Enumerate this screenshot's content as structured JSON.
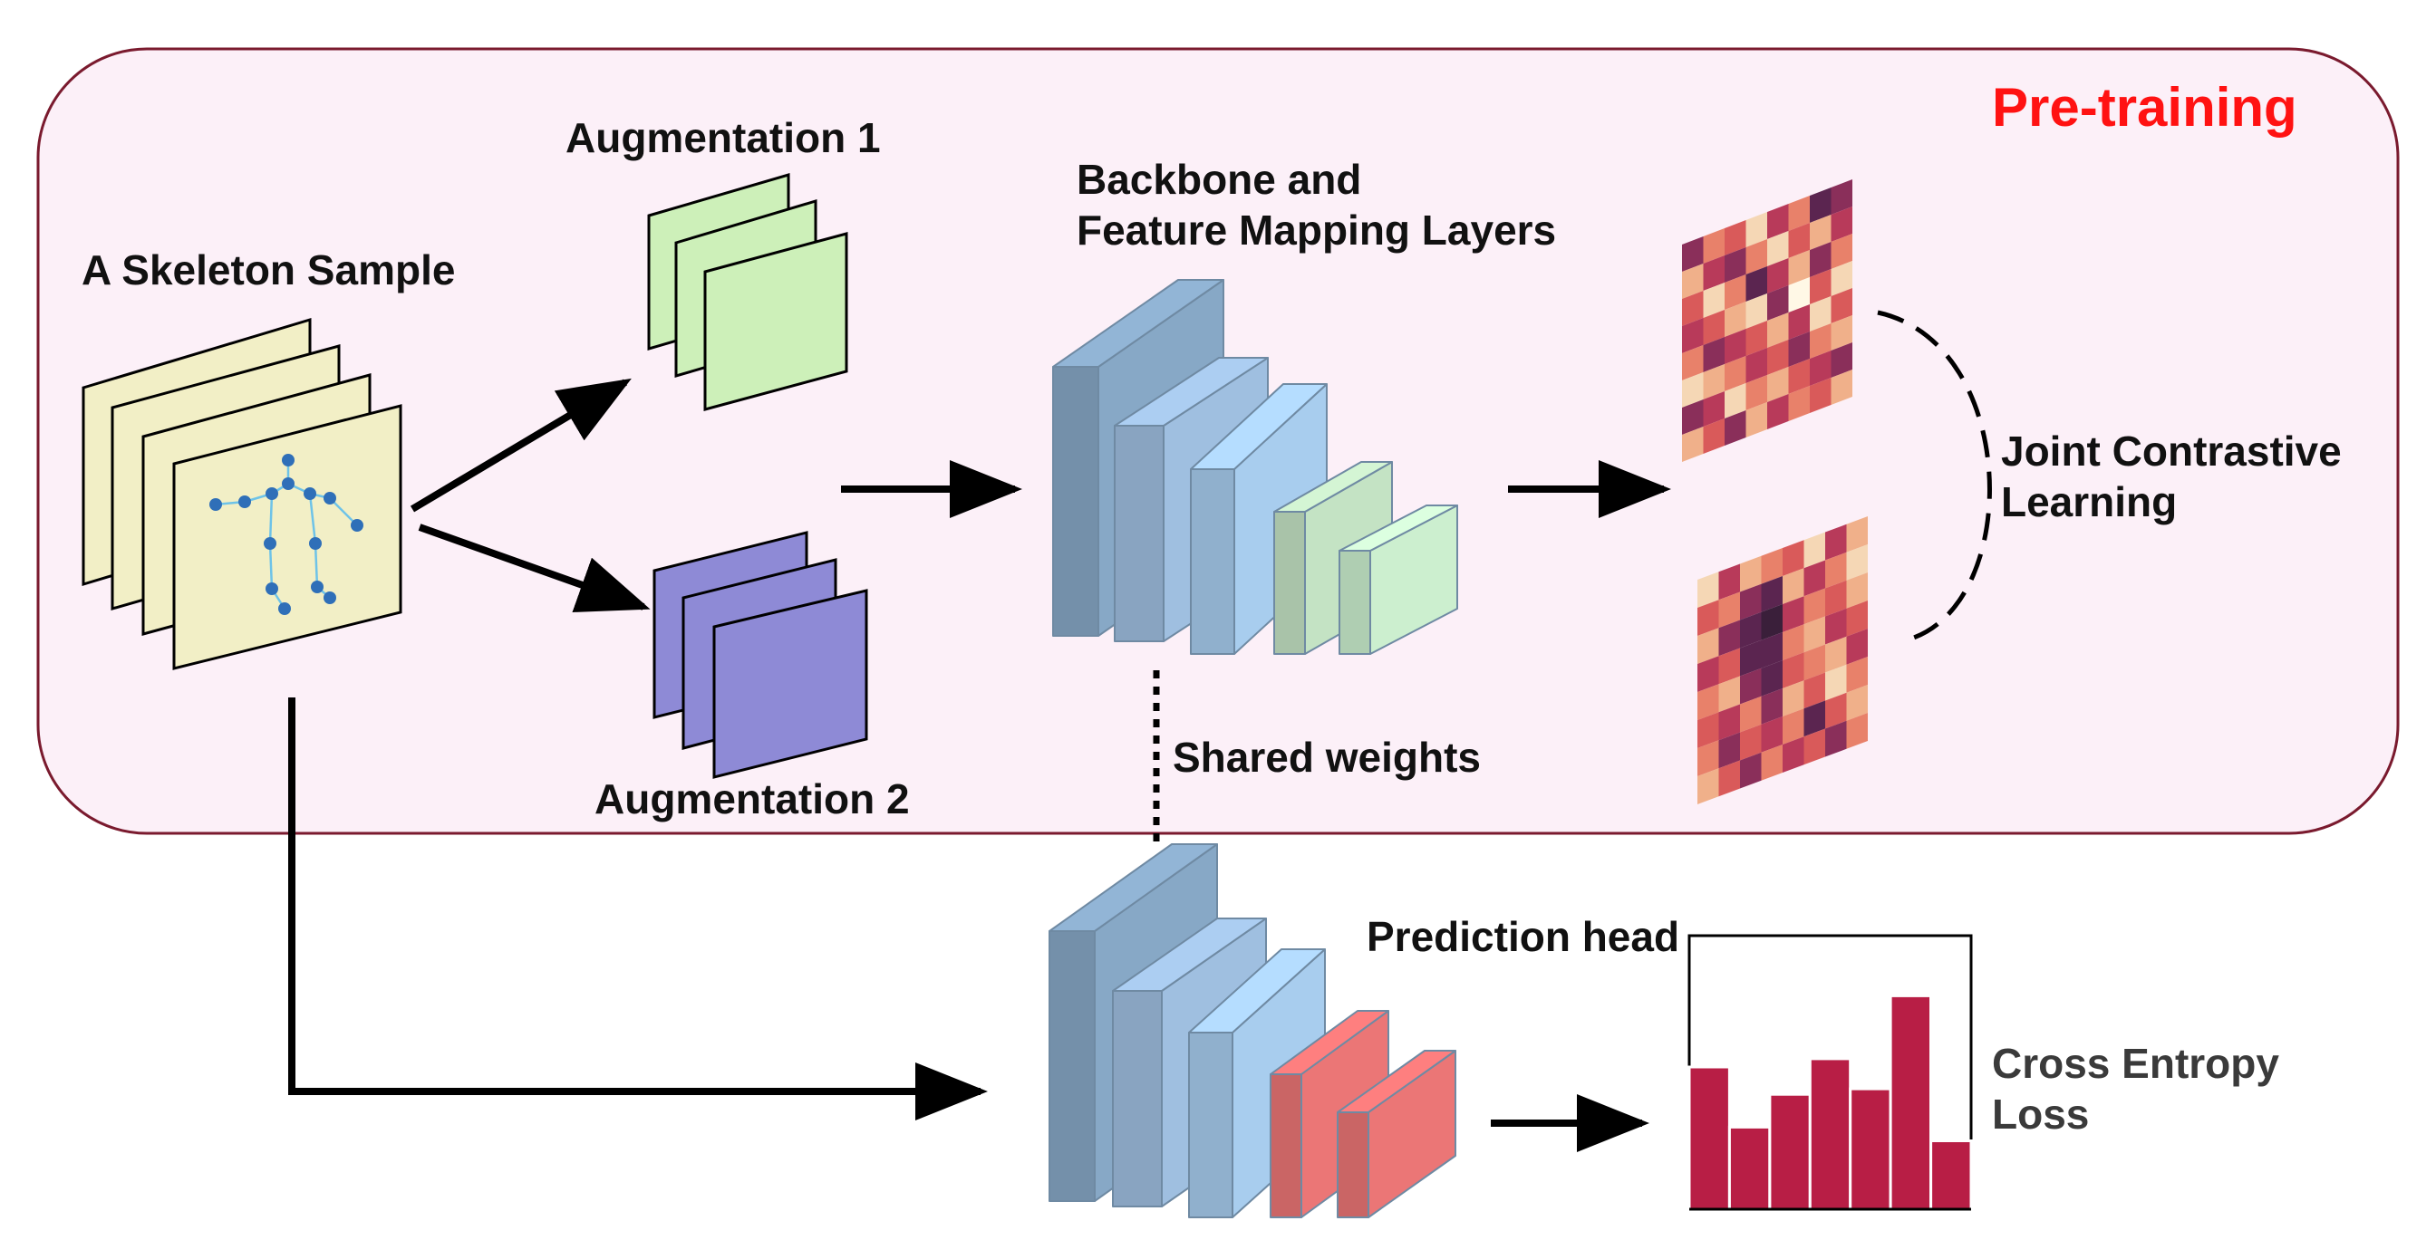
{
  "labels": {
    "region_title": "Pre-training",
    "skeleton_sample": "A Skeleton Sample",
    "augmentation_1": "Augmentation 1",
    "augmentation_2": "Augmentation 2",
    "backbone_line1": "Backbone and",
    "backbone_line2": "Feature Mapping Layers",
    "joint_line1": "Joint Contrastive",
    "joint_line2": "Learning",
    "shared_weights": "Shared weights",
    "prediction_head": "Prediction head",
    "cross_entropy_line1": "Cross Entropy",
    "cross_entropy_line2": "Loss"
  },
  "colors": {
    "region_border": "#7a1a2e",
    "region_fill": "#fcf0f8",
    "region_title": "#ff1212",
    "frame_yellow": "#f2efc6",
    "frame_green": "#cdf0b9",
    "frame_purple": "#8e8ad6",
    "joint": "#2f6fb8",
    "bone": "#6ec3e8",
    "block_blue_dark": "#87a8c6",
    "block_blue_mid": "#9fbfe0",
    "block_blue_light": "#a8cdee",
    "block_green": "#c4e3c4",
    "block_green_light": "#ccefcf",
    "block_red": "#eb7676",
    "bar": "#b81e45"
  },
  "heatmap_palette": [
    "#3a1f3a",
    "#5b2550",
    "#8a2f5a",
    "#b83a5a",
    "#d95a5a",
    "#e8816a",
    "#f0b08a",
    "#f5d7b5",
    "#fff8e6"
  ],
  "heatmap_top": [
    [
      2,
      5,
      4,
      7,
      3,
      5,
      1,
      2
    ],
    [
      6,
      3,
      2,
      5,
      7,
      4,
      6,
      3
    ],
    [
      4,
      7,
      5,
      1,
      3,
      6,
      2,
      5
    ],
    [
      3,
      4,
      6,
      7,
      2,
      8,
      4,
      7
    ],
    [
      5,
      2,
      3,
      4,
      6,
      3,
      7,
      4
    ],
    [
      7,
      6,
      5,
      3,
      4,
      2,
      5,
      6
    ],
    [
      2,
      3,
      7,
      5,
      6,
      4,
      3,
      2
    ],
    [
      6,
      4,
      2,
      6,
      3,
      5,
      4,
      6
    ]
  ],
  "heatmap_bottom": [
    [
      7,
      3,
      6,
      5,
      4,
      7,
      3,
      6
    ],
    [
      4,
      5,
      2,
      1,
      6,
      3,
      5,
      7
    ],
    [
      6,
      2,
      1,
      0,
      3,
      5,
      4,
      6
    ],
    [
      3,
      4,
      1,
      1,
      5,
      6,
      3,
      4
    ],
    [
      5,
      6,
      2,
      1,
      4,
      5,
      6,
      3
    ],
    [
      4,
      3,
      5,
      2,
      6,
      4,
      7,
      5
    ],
    [
      5,
      2,
      4,
      3,
      5,
      1,
      4,
      6
    ],
    [
      6,
      4,
      2,
      5,
      3,
      4,
      2,
      5
    ]
  ],
  "histogram_bars": [
    0.52,
    0.3,
    0.42,
    0.55,
    0.44,
    0.78,
    0.25
  ]
}
